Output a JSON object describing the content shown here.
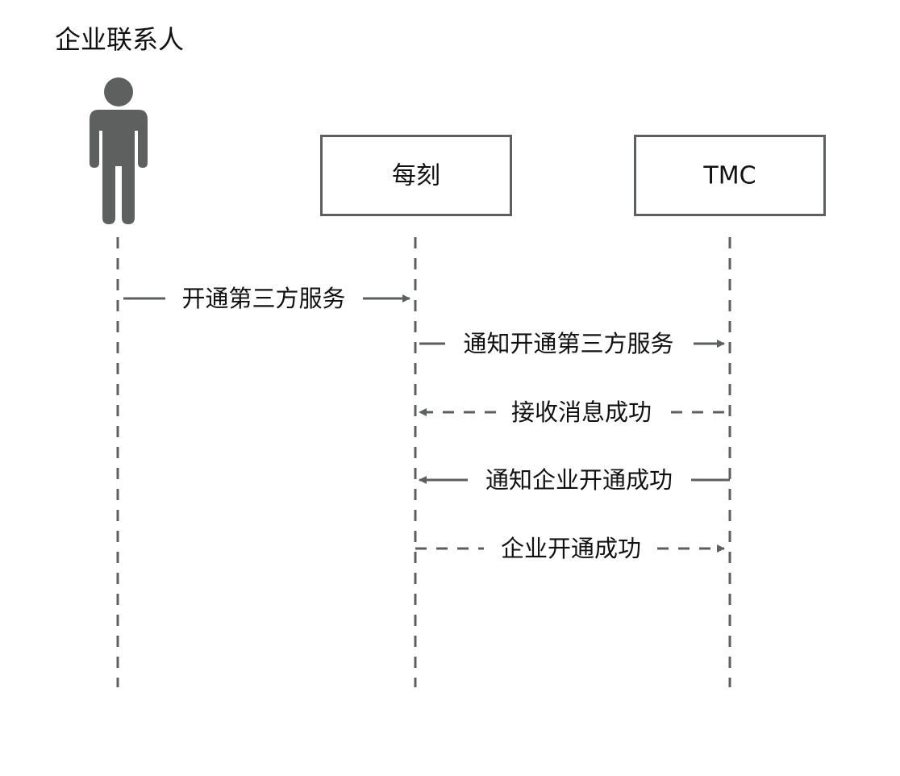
{
  "participants": [
    {
      "id": "contact",
      "kind": "actor",
      "label": "企业联系人"
    },
    {
      "id": "meike",
      "kind": "box",
      "label": "每刻"
    },
    {
      "id": "tmc",
      "kind": "box",
      "label": "TMC"
    }
  ],
  "messages": [
    {
      "from": "contact",
      "to": "meike",
      "label": "开通第三方服务",
      "style": "solid"
    },
    {
      "from": "meike",
      "to": "tmc",
      "label": "通知开通第三方服务",
      "style": "solid"
    },
    {
      "from": "tmc",
      "to": "meike",
      "label": "接收消息成功",
      "style": "dashed"
    },
    {
      "from": "tmc",
      "to": "meike",
      "label": "通知企业开通成功",
      "style": "solid"
    },
    {
      "from": "meike",
      "to": "tmc",
      "label": "企业开通成功",
      "style": "dashed"
    }
  ],
  "colors": {
    "line": "#5d605f",
    "box_border": "#5d605f",
    "actor": "#5d605f",
    "text": "#111111"
  }
}
